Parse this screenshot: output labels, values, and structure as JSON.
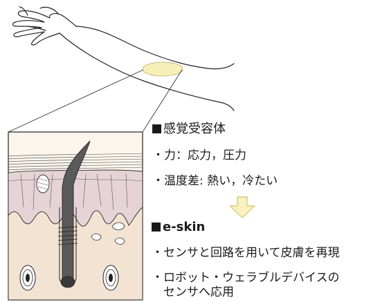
{
  "receptors": {
    "title": "感覚受容体",
    "items": [
      "・力：応力，圧力",
      "・温度差: 熱い，冷たい"
    ]
  },
  "eskin": {
    "title": "e-skin",
    "items": [
      "・センサと回路を用いて皮膚を再現",
      "・ロボット・ウェラブルデバイスの",
      "センサへ応用"
    ]
  },
  "colors": {
    "patch": "#f6f0b8",
    "epidermis": "#e6d3d6",
    "dermis": "#f3e3d3",
    "arrow": "#f9f1bf",
    "arrow_stroke": "#d4c36a"
  }
}
